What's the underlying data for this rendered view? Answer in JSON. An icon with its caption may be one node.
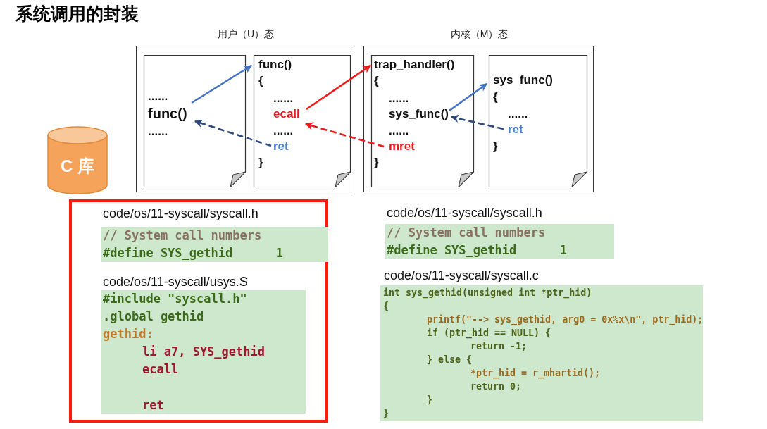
{
  "diagram": {
    "title": "系统调用的封装",
    "nodes": [
      {
        "text": [
          "用户（U）态"
        ]
      },
      {
        "text": [
          "......",
          "func()",
          "......"
        ],
        "in": 0
      },
      {
        "text": [
          "func()",
          "{",
          "......",
          "ecall",
          "......",
          "ret",
          "}"
        ],
        "in": 0
      },
      {
        "text": [
          "内核（M）态"
        ]
      },
      {
        "text": [
          "trap_handler()",
          "{",
          "......",
          "sys_func()",
          "......",
          "mret",
          "}"
        ],
        "in": 3
      },
      {
        "text": [
          "sys_func()",
          "{",
          "......",
          "ret",
          "}"
        ],
        "in": 3
      },
      {
        "text": [
          "C 库"
        ]
      },
      {
        "text": [],
        "shape": "box"
      },
      {
        "text": [
          "code/os/11-syscall/syscall.h",
          "// System call numbers",
          "#define SYS_gethid      1"
        ],
        "in": 7
      },
      {
        "text": [
          "code/os/11-syscall/usys.S",
          "#include \"syscall.h\"",
          ".global gethid",
          "gethid:",
          "li a7, SYS_gethid",
          "ecall",
          "ret"
        ],
        "in": 7
      },
      {
        "text": [
          "code/os/11-syscall/syscall.h",
          "// System call numbers",
          "#define SYS_gethid      1"
        ]
      },
      {
        "text": [
          "code/os/11-syscall/syscall.c",
          "int sys_gethid(unsigned int *ptr_hid)",
          "{",
          "printf(\"--> sys_gethid, arg0 = 0x%x\\n\", ptr_hid);",
          "if (ptr_hid == NULL) {",
          "return -1;",
          "} else {",
          "*ptr_hid = r_mhartid();",
          "return 0;",
          "}",
          "}"
        ]
      }
    ],
    "edges": [
      {
        "from": 1,
        "to": 2,
        "arrow": "to",
        "color": "#4472c4"
      },
      {
        "from": 2,
        "to": 1,
        "arrow": "to",
        "style": "dashed",
        "color": "#2e4a7d"
      },
      {
        "from": 2,
        "to": 4,
        "arrow": "to",
        "color": "#ee1c1c"
      },
      {
        "from": 4,
        "to": 2,
        "arrow": "to",
        "style": "dashed",
        "color": "#ee1c1c"
      },
      {
        "from": 4,
        "to": 5,
        "arrow": "to",
        "color": "#4472c4"
      },
      {
        "from": 5,
        "to": 4,
        "arrow": "to",
        "style": "dashed",
        "color": "#2e4a7d"
      }
    ]
  }
}
